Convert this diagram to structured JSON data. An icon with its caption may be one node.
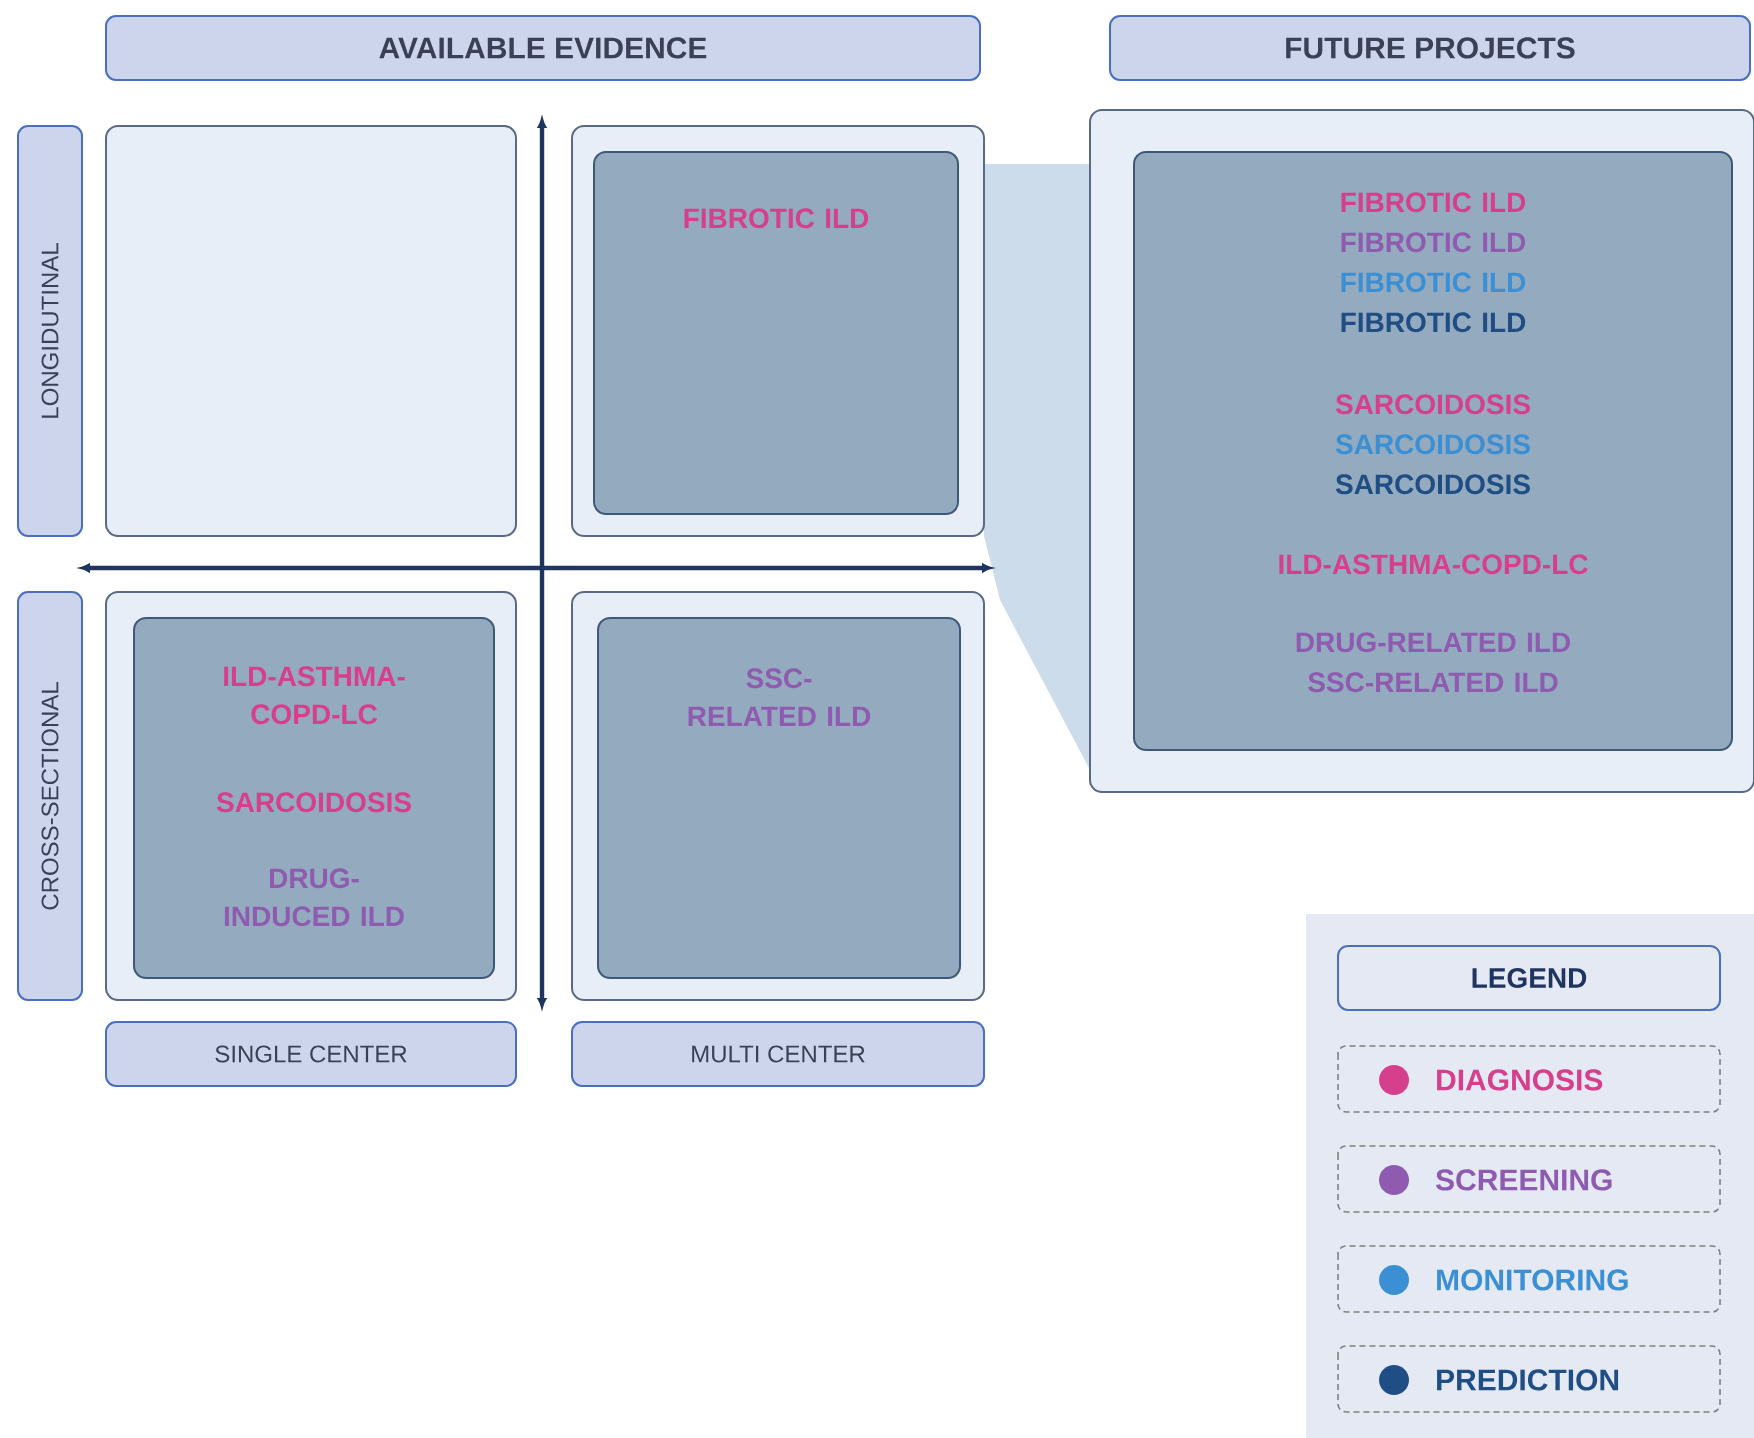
{
  "diagram": {
    "nodes": [
      {
        "text": [
          "AVAILABLE EVIDENCE"
        ]
      },
      {
        "text": [
          "FUTURE PROJECTS"
        ]
      },
      {
        "text": [
          "LONGIDUTINAL"
        ]
      },
      {
        "text": [
          "CROSS-SECTIONAL"
        ]
      },
      {
        "text": [
          "SINGLE CENTER"
        ]
      },
      {
        "text": [
          "MULTI CENTER"
        ]
      },
      {
        "text": [],
        "shape": "box"
      },
      {
        "text": [],
        "shape": "box"
      },
      {
        "text": [
          "FIBROTIC ILD"
        ],
        "in": 7
      },
      {
        "text": [],
        "shape": "box"
      },
      {
        "text": [
          "ILD-ASTHMA-COPD-LC",
          "SARCOIDOSIS",
          "DRUG-INDUCED ILD"
        ],
        "in": 9
      },
      {
        "text": [],
        "shape": "box"
      },
      {
        "text": [
          "SSC-RELATED ILD"
        ],
        "in": 11
      },
      {
        "text": [],
        "shape": "box"
      },
      {
        "text": [
          "FIBROTIC ILD",
          "FIBROTIC ILD",
          "FIBROTIC ILD",
          "FIBROTIC ILD",
          "SARCOIDOSIS",
          "SARCOIDOSIS",
          "SARCOIDOSIS",
          "ILD-ASTHMA-COPD-LC",
          "DRUG-RELATED ILD",
          "SSC-RELATED ILD"
        ],
        "in": 13
      }
    ],
    "labels": [
      "LEGEND"
    ],
    "legend": [
      {
        "text": "DIAGNOSIS",
        "color": "#d63f8c"
      },
      {
        "text": "SCREENING",
        "color": "#8e5bb0"
      },
      {
        "text": "MONITORING",
        "color": "#3b8fd4"
      },
      {
        "text": "PREDICTION",
        "color": "#1f4e85"
      }
    ]
  }
}
